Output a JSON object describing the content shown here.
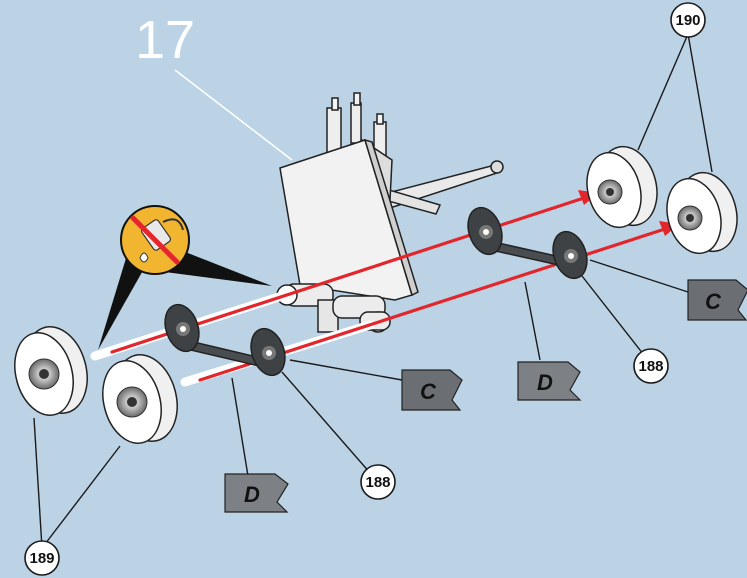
{
  "step": {
    "number": "17"
  },
  "callouts": {
    "wheel_left": "189",
    "wheel_right": "190",
    "hub_front": "188",
    "hub_rear": "188"
  },
  "flags": {
    "c_front": "C",
    "c_rear": "C",
    "d_front": "D",
    "d_rear": "D"
  },
  "colors": {
    "background": "#bcd3e6",
    "axle_arrow": "#e3262c",
    "no_glue_badge": "#f2b530",
    "flag": "#6b6f73"
  },
  "icons": {
    "no_glue": "no-glue-icon",
    "arrow": "arrow-right-icon"
  }
}
